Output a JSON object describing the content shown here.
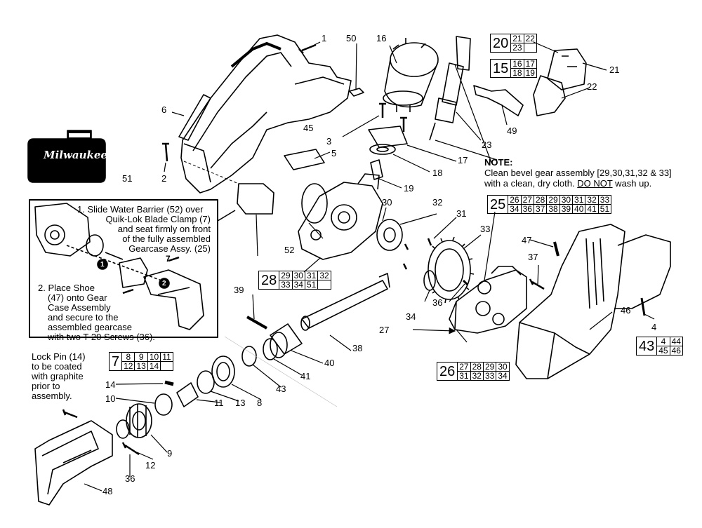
{
  "brand_case_text": "Milwaukee",
  "part_labels": [
    "1",
    "2",
    "3",
    "4",
    "5",
    "6",
    "7",
    "8",
    "9",
    "10",
    "11",
    "12",
    "13",
    "14",
    "15",
    "16",
    "17",
    "18",
    "19",
    "20",
    "21",
    "22",
    "23",
    "25",
    "26",
    "27",
    "28",
    "29",
    "30",
    "31",
    "32",
    "33",
    "34",
    "36",
    "36",
    "37",
    "38",
    "39",
    "40",
    "41",
    "43",
    "44",
    "45",
    "46",
    "47",
    "48",
    "49",
    "50",
    "51",
    "52"
  ],
  "groups": {
    "g20": {
      "main": "20",
      "rows": [
        [
          "21",
          "22"
        ],
        [
          "23"
        ]
      ]
    },
    "g15": {
      "main": "15",
      "rows": [
        [
          "16",
          "17"
        ],
        [
          "18",
          "19"
        ]
      ]
    },
    "g25": {
      "main": "25",
      "rows": [
        [
          "26",
          "27",
          "28",
          "29",
          "30",
          "31",
          "32",
          "33"
        ],
        [
          "34",
          "36",
          "37",
          "38",
          "39",
          "40",
          "41",
          "51"
        ]
      ]
    },
    "g28": {
      "main": "28",
      "rows": [
        [
          "29",
          "30",
          "31",
          "32"
        ],
        [
          "33",
          "34",
          "51"
        ]
      ]
    },
    "g7": {
      "main": "7",
      "rows": [
        [
          "8",
          "9",
          "10",
          "11"
        ],
        [
          "12",
          "13",
          "14"
        ]
      ]
    },
    "g26": {
      "main": "26",
      "rows": [
        [
          "27",
          "28",
          "29",
          "30"
        ],
        [
          "31",
          "32",
          "33",
          "34"
        ]
      ]
    },
    "g43": {
      "main": "43",
      "rows": [
        [
          "4",
          "44"
        ],
        [
          "45",
          "46"
        ]
      ]
    }
  },
  "note": {
    "title": "NOTE:",
    "line1": "Clean bevel gear assembly [29,30,31,32 & 33]",
    "line2_pre": "with a clean, dry cloth. ",
    "line2_underline": "DO NOT",
    "line2_post": " wash up."
  },
  "instructions": {
    "step1": [
      "1. Slide Water Barrier (52) over",
      "Quik-Lok Blade Clamp (7)",
      "and seat firmly on front",
      "of the fully assembled",
      "Gearcase Assy. (25)"
    ],
    "step2": [
      "2. Place Shoe",
      "(47) onto Gear",
      "Case Assembly",
      "and secure to the",
      "assembled gearcase",
      "with two T-20 Screws (36)."
    ],
    "markers": [
      "1",
      "2"
    ]
  },
  "lock_pin_note": [
    "Lock Pin (14)",
    "to be coated",
    "with graphite",
    "prior to",
    "assembly."
  ]
}
